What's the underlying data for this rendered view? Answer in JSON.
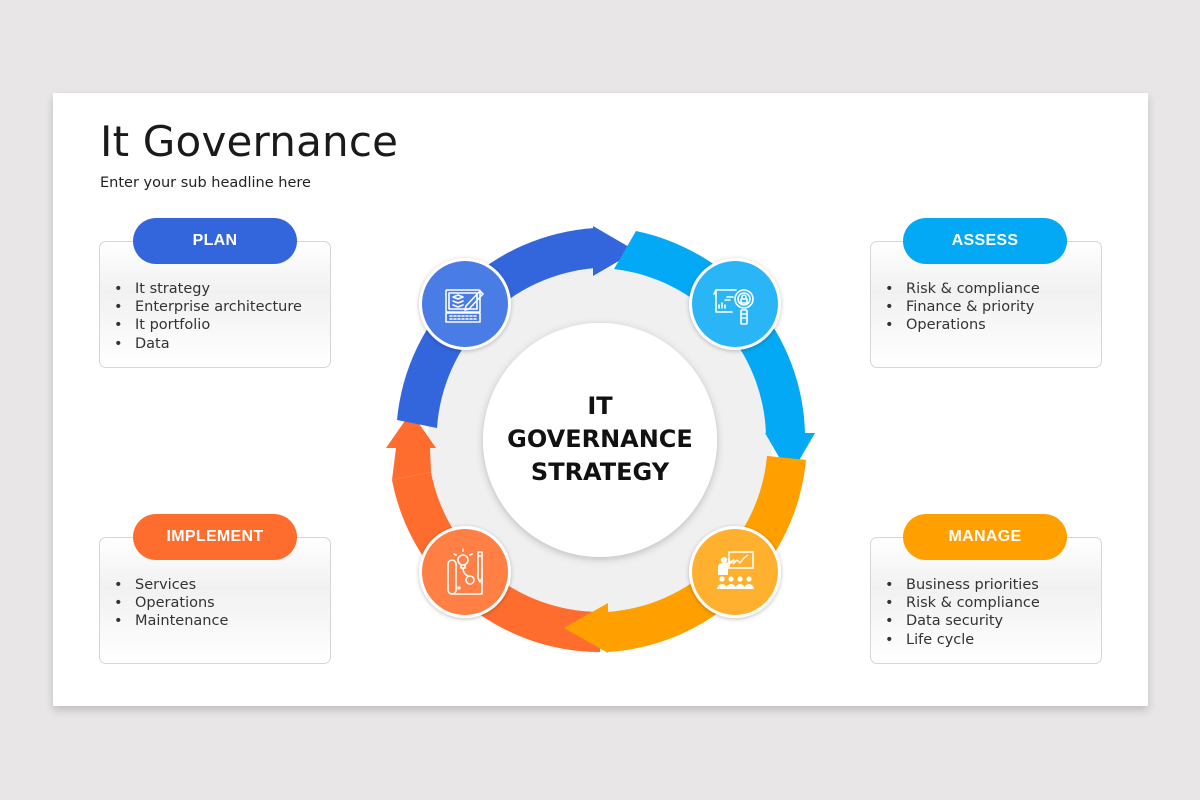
{
  "slide": {
    "title": "It Governance",
    "subtitle": "Enter your sub headline here"
  },
  "center": {
    "line1": "IT",
    "line2": "GOVERNANCE",
    "line3": "STRATEGY"
  },
  "colors": {
    "plan": "#3366dd",
    "assess": "#03a9f4",
    "manage": "#ffa000",
    "implement": "#ff6d2e",
    "background": "#e8e6e7",
    "ring_gray": "#f0f0f0"
  },
  "stages": {
    "plan": {
      "label": "PLAN",
      "icon": "design-tablet-icon",
      "items": [
        "It strategy",
        "Enterprise architecture",
        "It portfolio",
        "Data"
      ]
    },
    "assess": {
      "label": "ASSESS",
      "icon": "document-search-icon",
      "items": [
        "Risk & compliance",
        "Finance & priority",
        "Operations"
      ]
    },
    "implement": {
      "label": "IMPLEMENT",
      "icon": "blueprint-idea-icon",
      "items": [
        "Services",
        "Operations",
        "Maintenance"
      ]
    },
    "manage": {
      "label": "MANAGE",
      "icon": "presentation-audience-icon",
      "items": [
        "Business priorities",
        "Risk & compliance",
        "Data security",
        "Life cycle"
      ]
    }
  }
}
